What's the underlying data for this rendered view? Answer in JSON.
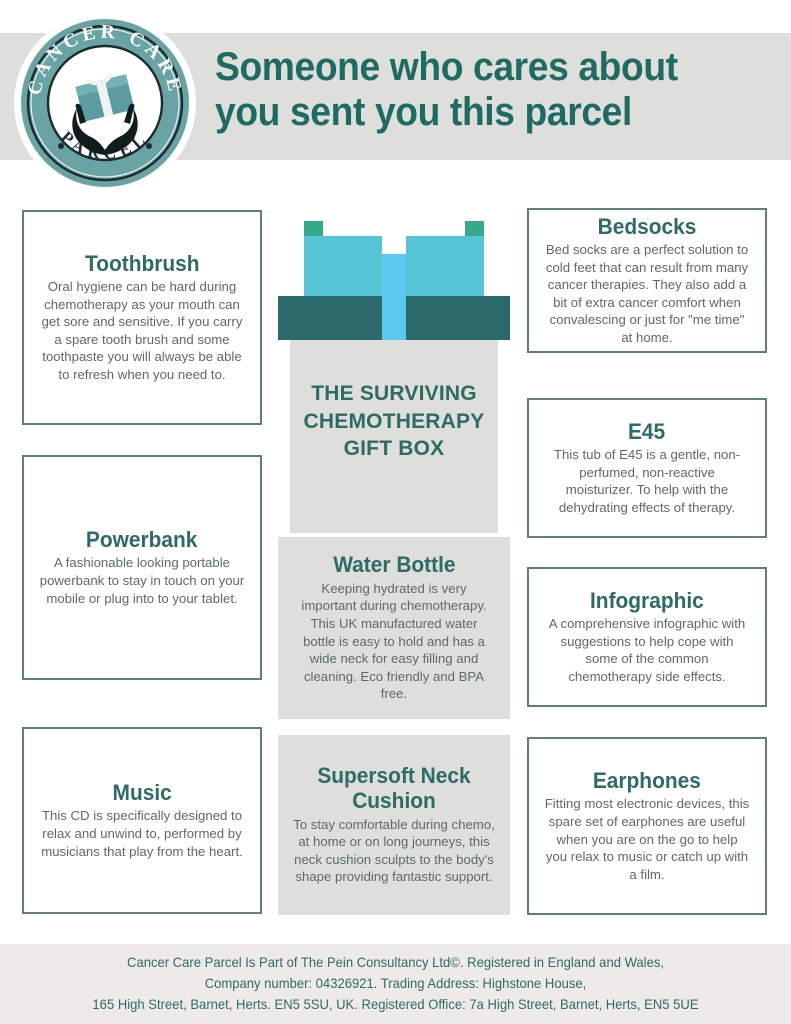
{
  "header": {
    "title_line1": "Someone who cares about",
    "title_line2": "you sent you this parcel",
    "logo": {
      "top_text": "CANCER CARE",
      "bottom_text": "PARCEL",
      "icon": "gift-box-in-hands-icon"
    }
  },
  "giftbox": {
    "label_line1": "THE SURVIVING",
    "label_line2": "CHEMOTHERAPY",
    "label_line3": "GIFT BOX",
    "colors": {
      "ribbon_back": "#34a98c",
      "ribbon_loop": "#56c6d6",
      "knot": "#5bc8f0",
      "lid": "#2a6a6a",
      "body": "#dededa"
    }
  },
  "cards": [
    {
      "title": "Toothbrush",
      "body": "Oral hygiene can be hard during chemotherapy as your mouth can get sore and sensitive. If you carry a spare tooth brush and some toothpaste you will always be able to refresh when you need to."
    },
    {
      "title": "Powerbank",
      "body": "A fashionable looking portable powerbank to stay in touch on your mobile or plug into to your tablet."
    },
    {
      "title": "Music",
      "body": "This CD is specifically designed to relax and unwind to, performed by musicians that play from the heart."
    },
    {
      "title": "Water Bottle",
      "body": "Keeping hydrated is very important during chemotherapy. This UK manufactured water bottle is easy to hold and has a wide neck for easy filling and cleaning. Eco friendly and BPA free."
    },
    {
      "title": "Supersoft Neck Cushion",
      "body": "To stay comfortable during chemo, at home or on long journeys, this neck cushion sculpts to the body's shape providing fantastic support."
    },
    {
      "title": "Bedsocks",
      "body": "Bed socks are a perfect solution to cold feet that can result from many cancer therapies. They also add a bit of extra cancer comfort when convalescing or just for \"me time\" at home."
    },
    {
      "title": "E45",
      "body": "This tub of E45 is a gentle, non-perfumed, non-reactive moisturizer.  To help with the dehydrating effects of therapy."
    },
    {
      "title": "Infographic",
      "body": "A comprehensive infographic with suggestions to help cope with some of the common chemotherapy side effects."
    },
    {
      "title": "Earphones",
      "body": "Fitting most electronic devices, this spare set of earphones are useful when you are on the go to help you relax to music or catch up with a film."
    }
  ],
  "footer": {
    "line1": "Cancer Care Parcel Is Part of The Pein Consultancy Ltd©. Registered in England and Wales,",
    "line2": "Company number: 04326921.  Trading Address: Highstone House,",
    "line3": "165 High Street, Barnet, Herts. EN5 5SU, UK.  Registered Office: 7a High Street, Barnet, Herts, EN5 5UE"
  },
  "colors": {
    "brand_teal": "#2e6b66",
    "band_gray": "#dededa",
    "border_teal": "#5f7f7c",
    "footer_band": "#efeaea"
  }
}
